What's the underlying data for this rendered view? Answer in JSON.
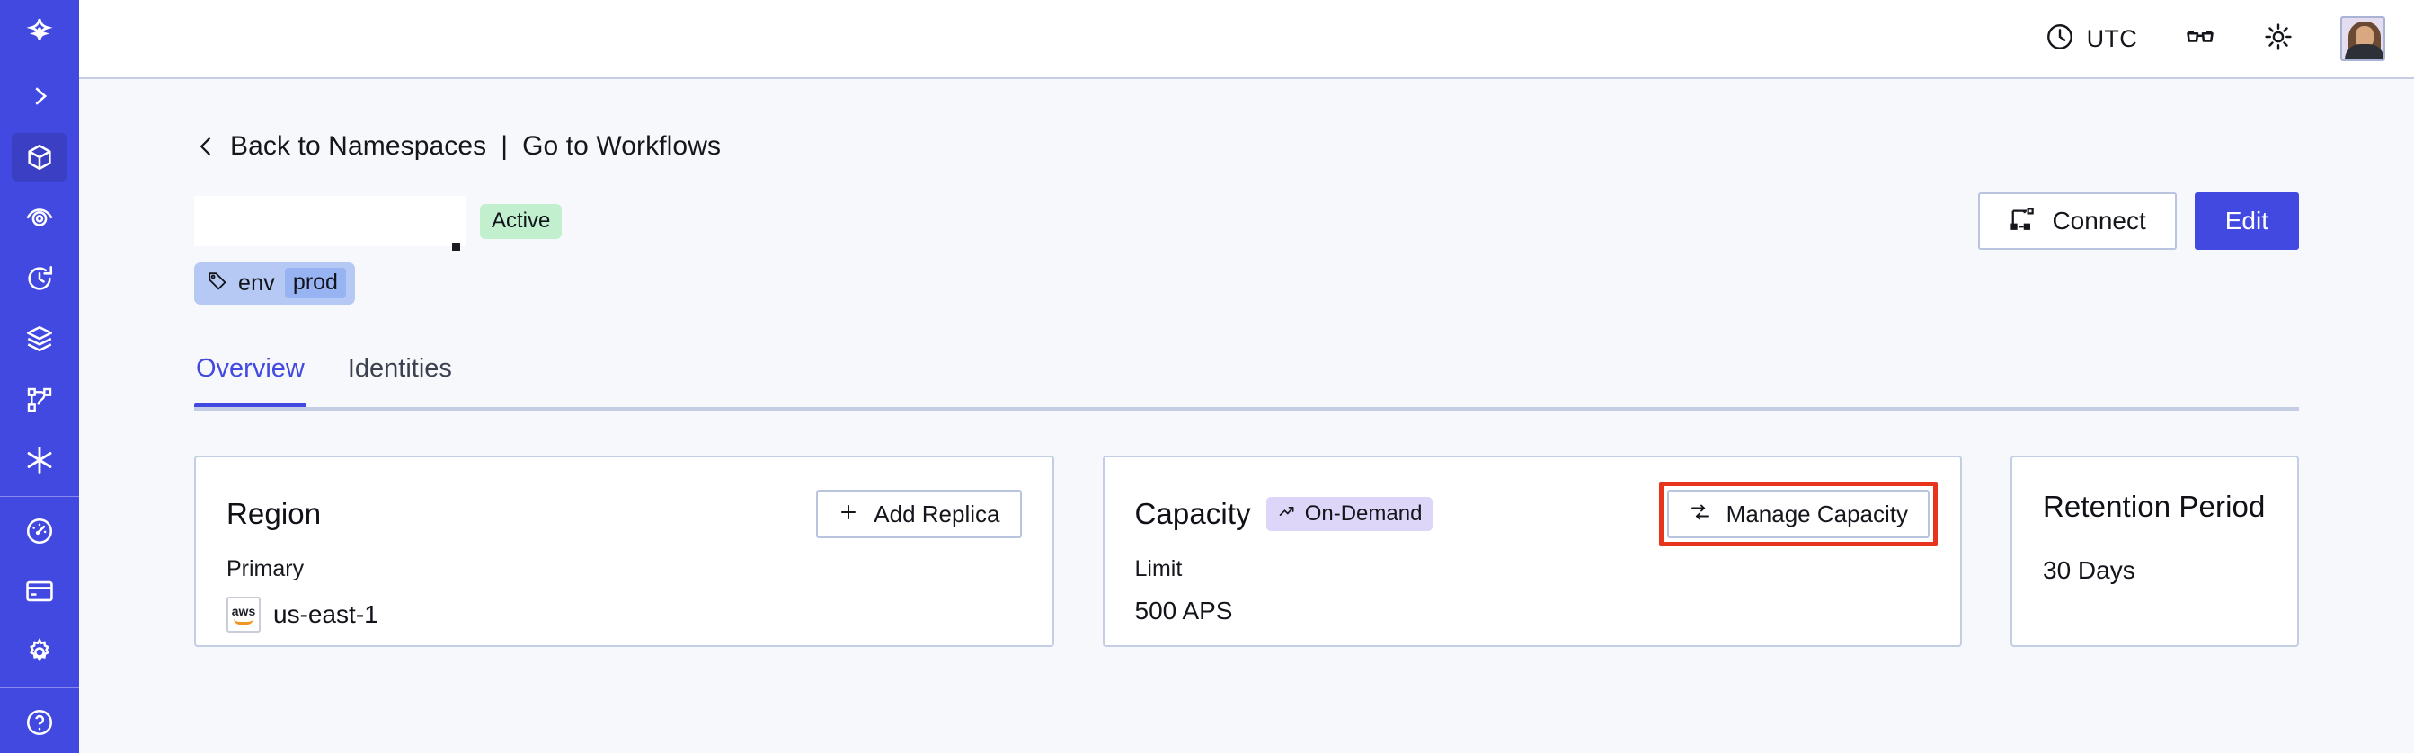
{
  "sidebar": {
    "brand_icon": "temporal-logo-icon",
    "items": [
      {
        "name": "expand-sidebar",
        "icon": "chevron-right-icon",
        "active": false
      },
      {
        "name": "namespaces",
        "icon": "cube-icon",
        "active": true
      },
      {
        "name": "observability",
        "icon": "eye-icon",
        "active": false
      },
      {
        "name": "schedules",
        "icon": "clock-arrow-icon",
        "active": false
      },
      {
        "name": "batch-jobs",
        "icon": "layers-icon",
        "active": false
      },
      {
        "name": "workflows",
        "icon": "sitemap-icon",
        "active": false
      },
      {
        "name": "nexus",
        "icon": "asterisk-icon",
        "active": false
      },
      {
        "name": "usage",
        "icon": "gauge-icon",
        "active": false
      },
      {
        "name": "billing",
        "icon": "credit-card-icon",
        "active": false
      },
      {
        "name": "settings",
        "icon": "gear-icon",
        "active": false
      }
    ]
  },
  "topbar": {
    "timezone_label": "UTC",
    "timezone_icon": "clock-icon",
    "reading_mode_icon": "glasses-icon",
    "theme_icon": "sun-icon",
    "avatar_icon": "user-avatar"
  },
  "breadcrumb": {
    "back_icon": "chevron-left-icon",
    "back_label": "Back to Namespaces",
    "divider": "|",
    "forward_label": "Go to Workflows"
  },
  "header": {
    "namespace_title": "",
    "status": "Active",
    "tag": {
      "icon": "tag-icon",
      "key": "env",
      "value": "prod"
    },
    "connect_label": "Connect",
    "connect_icon": "connect-flow-icon",
    "edit_label": "Edit"
  },
  "tabs": [
    {
      "label": "Overview",
      "active": true
    },
    {
      "label": "Identities",
      "active": false
    }
  ],
  "cards": [
    {
      "id": "region",
      "title": "Region",
      "badge": null,
      "action_label": "Add Replica",
      "action_icon": "plus-icon",
      "sub_label": "Primary",
      "value": "us-east-1",
      "value_icon": "aws-icon"
    },
    {
      "id": "capacity",
      "title": "Capacity",
      "badge": {
        "label": "On-Demand",
        "icon": "trend-up-icon",
        "color": "#ddd6f8"
      },
      "action_label": "Manage Capacity",
      "action_icon": "sliders-icon",
      "sub_label": "Limit",
      "value": "500 APS",
      "value_icon": null,
      "highlighted": true
    },
    {
      "id": "retention-period",
      "title": "Retention Period",
      "badge": null,
      "action_label": null,
      "action_icon": null,
      "sub_label": null,
      "value": "30 Days",
      "value_icon": null
    }
  ],
  "colors": {
    "brand": "#4249e0",
    "sidebar_active": "#3a3fc4",
    "page_bg": "#f7f8fb",
    "card_border": "#c3cde3",
    "status_badge_bg": "#c2f0cf",
    "tag_bg": "#b6c9f5",
    "tag_value_bg": "#97b3f2",
    "badge_purple": "#ddd6f8",
    "highlight_ring": "#e8341c"
  }
}
